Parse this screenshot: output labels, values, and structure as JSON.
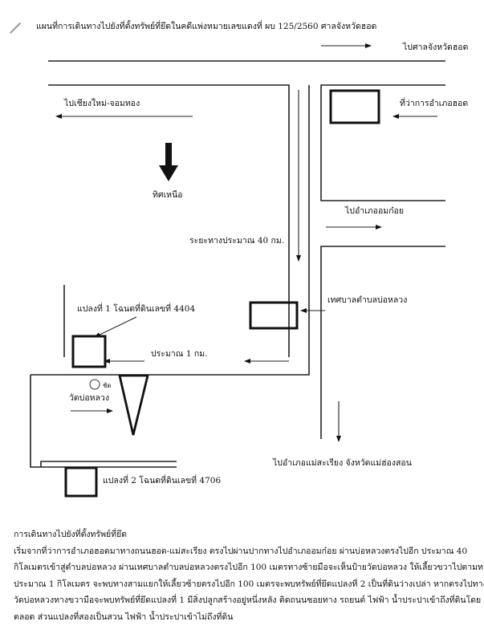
{
  "header": {
    "title": "แผนที่การเดินทางไปยังที่ตั้งทรัพย์ที่ยึดในคดีแพ่งหมายเลขแดงที่ ผบ 125/2560 ศาลจังหวัดฮอด"
  },
  "map": {
    "to_court": "ไปศาลจังหวัดฮอด",
    "to_chiangmai": "ไปเชียงใหม่-จอมทอง",
    "district_office": "ที่ว่าการอำเภอฮอด",
    "north": "ทิศเหนือ",
    "to_omkoi": "ไปอำเภออมก๋อย",
    "distance_40": "ระยะทางประมาณ 40 กม.",
    "municipality": "เทศบาลตำบลบ่อหลวง",
    "plot1": "แปลงที่ 1 โฉนดที่ดินเลขที่ 4404",
    "distance_1": "ประมาณ 1 กม.",
    "temple": "วัดบ่อหลวง",
    "temple_symbol": "ชัด",
    "to_maesariang": "ไปอำเภอแม่สะเรียง จังหวัดแม่ฮ่องสอน",
    "plot2": "แปลงที่ 2 โฉนดที่ดินเลขที่ 4706"
  },
  "description": {
    "heading": "การเดินทางไปยังที่ตั้งทรัพย์ที่ยึด",
    "lines": [
      "เริ่มจากที่ว่าการอำเภอฮอดมาทางถนนฮอด-แม่สะเรียง ตรงไปผ่านปากทางไปอำเภออมก๋อย ผ่านบ่อหลวงตรงไปอีก ประมาณ 40",
      "กิโลเมตรเข้าสู่ตำบลบ่อหลวง ผ่านเทศบาลตำบลบ่อหลวงตรงไปอีก 100 เมตรทางซ้ายมือจะเห็นป้ายวัดบ่อหลวง ให้เลี้ยวขวาไปตามทาง",
      "ประมาณ 1 กิโลเมตร จะพบทางสามแยกให้เลี้ยวซ้ายตรงไปอีก 100 เมตรจะพบทรัพย์ที่ยึดแปลงที่ 2 เป็นที่ดินว่างเปล่า หากตรงไปทาง",
      "วัดบ่อหลวงทางขวามือจะพบทรัพย์ที่ยึดแปลงที่ 1 มีสิ่งปลูกสร้างอยู่หนึ่งหลัง ติดถนนซอยทาง รถยนต์ ไฟฟ้า น้ำประปาเข้าถึงที่ดินโดย",
      "ตลอด ส่วนแปลงที่สองเป็นสวน ไฟฟ้า น้ำประปาเข้าไม่ถึงที่ดิน"
    ]
  }
}
